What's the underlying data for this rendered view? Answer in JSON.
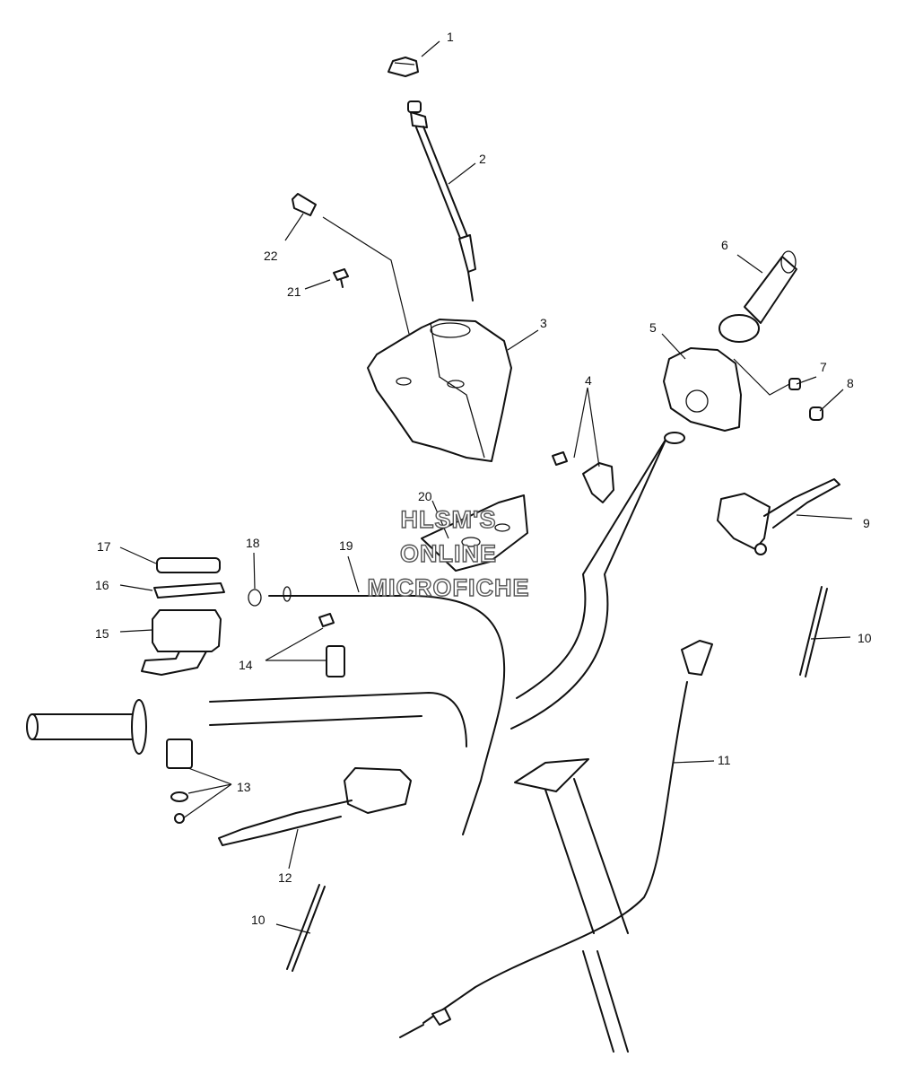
{
  "callouts": {
    "c1": "1",
    "c2": "2",
    "c3": "3",
    "c4": "4",
    "c5": "5",
    "c6": "6",
    "c7": "7",
    "c8": "8",
    "c9": "9",
    "c10a": "10",
    "c10b": "10",
    "c11": "11",
    "c12": "12",
    "c13": "13",
    "c14": "14",
    "c15": "15",
    "c16": "16",
    "c17": "17",
    "c18": "18",
    "c19": "19",
    "c20": "20",
    "c21": "21",
    "c22": "22"
  },
  "watermark": {
    "line1": "HLSM'S",
    "line2": "ONLINE",
    "line3": "MICROFICHE"
  }
}
